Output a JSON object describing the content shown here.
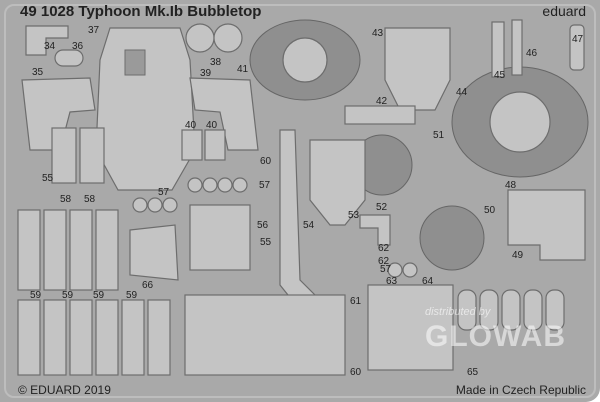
{
  "header": {
    "title": "49 1028  Typhoon Mk.Ib Bubbletop",
    "brand": "eduard"
  },
  "footer": {
    "copyright": "© EDUARD 2019",
    "origin": "Made in Czech Republic"
  },
  "watermark": {
    "line1": "distributed by",
    "line2": "GLOWAB"
  },
  "part_numbers": [
    "34",
    "36",
    "37",
    "38",
    "35",
    "39",
    "41",
    "43",
    "46",
    "47",
    "45",
    "42",
    "44",
    "40",
    "40",
    "51",
    "55",
    "58",
    "58",
    "57",
    "60",
    "48",
    "53",
    "57",
    "52",
    "56",
    "54",
    "55",
    "50",
    "62",
    "62",
    "57",
    "66",
    "49",
    "63",
    "64",
    "65",
    "59",
    "59",
    "59",
    "59",
    "61",
    "60"
  ]
}
